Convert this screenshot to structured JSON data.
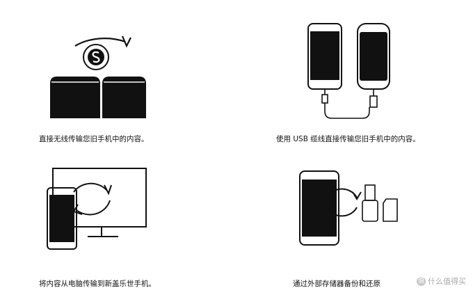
{
  "panels": [
    {
      "caption": "直接无线传输您旧手机中的内容。"
    },
    {
      "caption": "使用 USB 缆线直接传输您旧手机中的内容。"
    },
    {
      "caption": "将内容从电脑传输到新盖乐世手机。"
    },
    {
      "caption": "通过外部存储器备份和还原"
    }
  ],
  "watermark": {
    "badge": "值",
    "text": "什么值得买"
  },
  "icons": [
    "wireless-transfer-icon",
    "usb-cable-icon",
    "pc-transfer-icon",
    "external-storage-icon"
  ],
  "colors": {
    "ink": "#111111",
    "background": "#ffffff",
    "watermark": "#aaaaaa"
  }
}
